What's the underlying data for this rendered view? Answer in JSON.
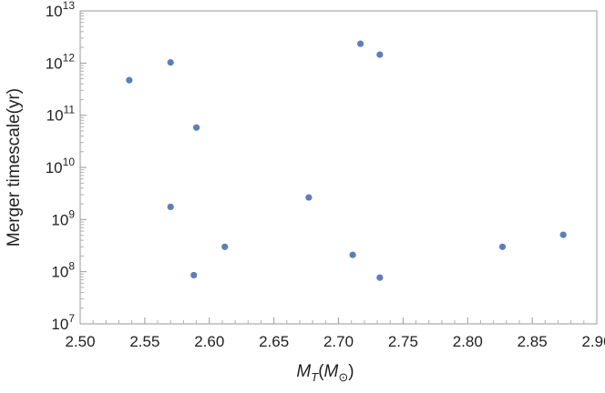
{
  "chart_data": {
    "type": "scatter",
    "xlabel": "M_T(M_⊙)",
    "xlabel_parts": {
      "base": "M",
      "sub": "T",
      "paren_open": "(",
      "inner_base": "M",
      "inner_sub": "⊙",
      "paren_close": ")"
    },
    "ylabel": "Merger timescale(yr)",
    "xlim": [
      2.5,
      2.9
    ],
    "ylim": [
      10000000,
      10000000000000
    ],
    "y_scale": "log",
    "grid": false,
    "x_ticks": [
      "2.50",
      "2.55",
      "2.60",
      "2.65",
      "2.70",
      "2.75",
      "2.80",
      "2.85",
      "2.90"
    ],
    "y_ticks": [
      {
        "base": "10",
        "exp": "7"
      },
      {
        "base": "10",
        "exp": "8"
      },
      {
        "base": "10",
        "exp": "9"
      },
      {
        "base": "10",
        "exp": "10"
      },
      {
        "base": "10",
        "exp": "11"
      },
      {
        "base": "10",
        "exp": "12"
      },
      {
        "base": "10",
        "exp": "13"
      }
    ],
    "marker_color": "#5b7fb8",
    "points": [
      {
        "x": 2.538,
        "y": 470000000000
      },
      {
        "x": 2.57,
        "y": 1030000000000
      },
      {
        "x": 2.59,
        "y": 58000000000
      },
      {
        "x": 2.57,
        "y": 1750000000
      },
      {
        "x": 2.588,
        "y": 86000000
      },
      {
        "x": 2.612,
        "y": 300000000
      },
      {
        "x": 2.677,
        "y": 2650000000
      },
      {
        "x": 2.711,
        "y": 210000000
      },
      {
        "x": 2.717,
        "y": 2350000000000
      },
      {
        "x": 2.732,
        "y": 1450000000000
      },
      {
        "x": 2.732,
        "y": 77000000
      },
      {
        "x": 2.827,
        "y": 300000000
      },
      {
        "x": 2.874,
        "y": 510000000
      }
    ]
  }
}
